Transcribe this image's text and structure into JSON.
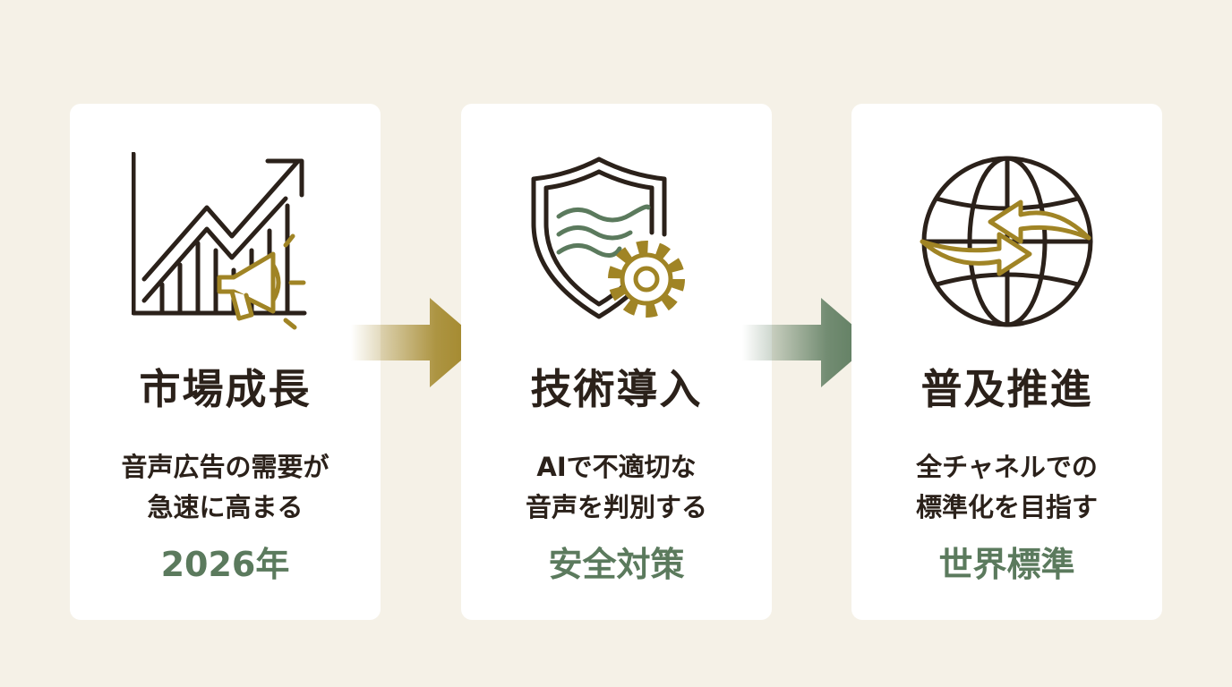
{
  "colors": {
    "background": "#f5f1e7",
    "card": "#ffffff",
    "ink": "#2b211a",
    "gold": "#a08425",
    "green": "#5b7a5d"
  },
  "steps": [
    {
      "icon": "growth-chart-megaphone-icon",
      "title": "市場成長",
      "desc": [
        "音声広告の需要が",
        "急速に高まる"
      ],
      "tag": "2026年"
    },
    {
      "icon": "shield-gear-icon",
      "title": "技術導入",
      "desc": [
        "AIで不適切な",
        "音声を判別する"
      ],
      "tag": "安全対策"
    },
    {
      "icon": "globe-exchange-icon",
      "title": "普及推進",
      "desc": [
        "全チャネルでの",
        "標準化を目指す"
      ],
      "tag": "世界標準"
    }
  ],
  "arrows": [
    {
      "icon": "right-arrow-icon",
      "color": "#a08425"
    },
    {
      "icon": "right-arrow-icon",
      "color": "#5b7a5d"
    }
  ]
}
